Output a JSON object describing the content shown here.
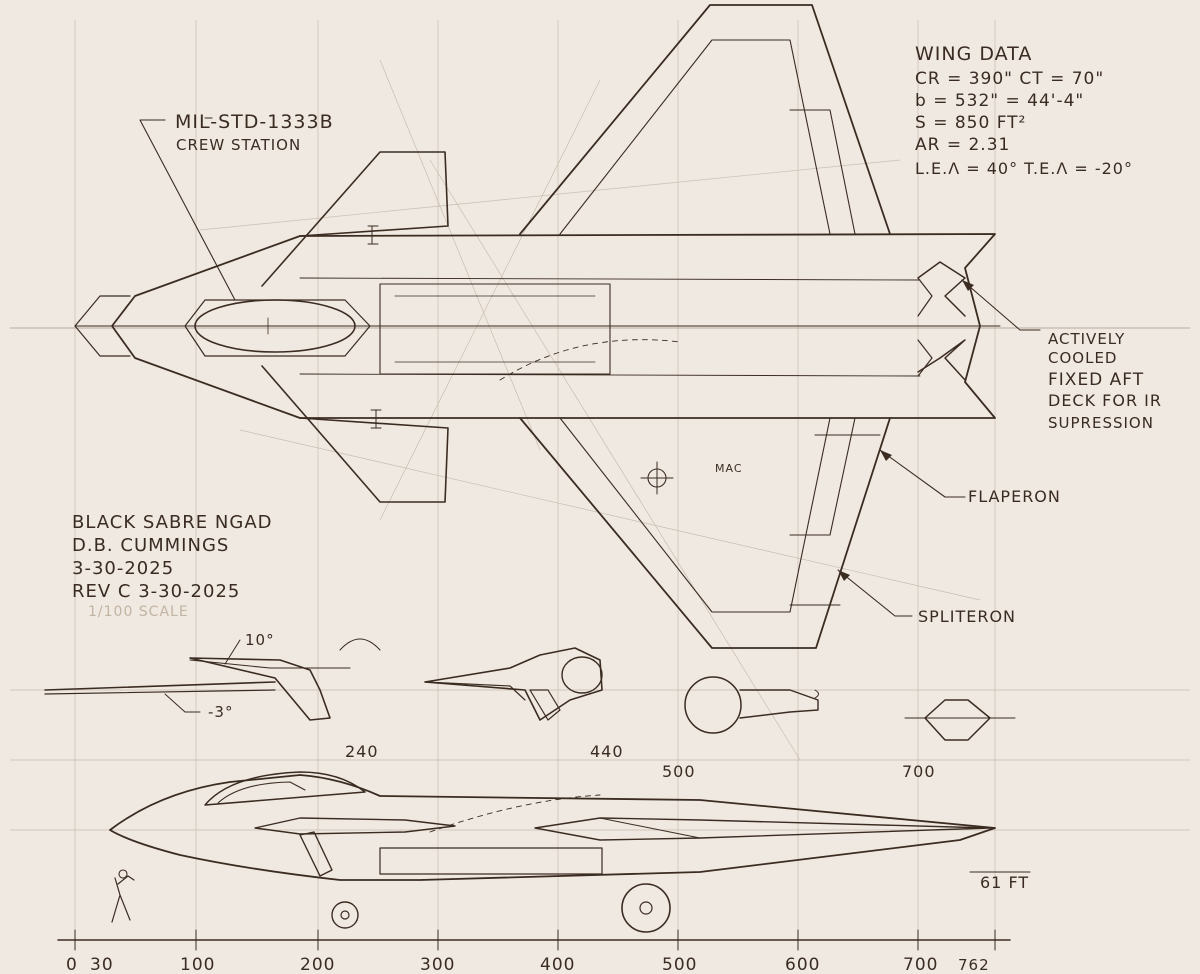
{
  "callouts": {
    "crew_station_line1": "MIL-STD-1333B",
    "crew_station_line2": "CREW STATION",
    "aft_deck": [
      "ACTIVELY",
      "COOLED",
      "FIXED AFT",
      "DECK FOR IR",
      "SUPRESSION"
    ],
    "flaperon": "FLAPERON",
    "spliteron": "SPLITERON",
    "mac": "MAC"
  },
  "wing_data": {
    "title": "WING DATA",
    "lines": [
      "CR = 390\"  CT = 70\"",
      "b = 532\" = 44'-4\"",
      "S = 850 FT²",
      "AR = 2.31",
      "L.E.Λ = 40°  T.E.Λ = -20°"
    ]
  },
  "title_block": {
    "lines": [
      "BLACK SABRE NGAD",
      "D.B. CUMMINGS",
      "3-30-2025",
      "REV C  3-30-2025"
    ],
    "scale_note": "1/100 SCALE"
  },
  "angles": {
    "dihedral_up": "10°",
    "dihedral_down": "-3°"
  },
  "section_stations": [
    "240",
    "440",
    "500",
    "700"
  ],
  "length_label": "61 FT",
  "scale_ticks": [
    "0",
    "30",
    "100",
    "200",
    "300",
    "400",
    "500",
    "600",
    "700",
    "762"
  ],
  "colors": {
    "paper": "#efe9e1",
    "ink": "#3b2c22",
    "construction": "#a69686"
  }
}
